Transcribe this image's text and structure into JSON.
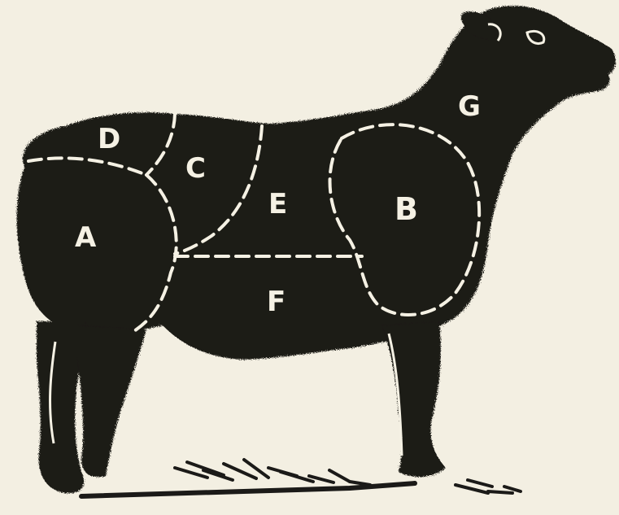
{
  "diagram": {
    "labels": {
      "A": "A",
      "B": "B",
      "C": "C",
      "D": "D",
      "E": "E",
      "F": "F",
      "G": "G"
    },
    "colors": {
      "background": "#f3efe2",
      "body": "#1b1a18",
      "lines": "#f5f1e4"
    }
  }
}
